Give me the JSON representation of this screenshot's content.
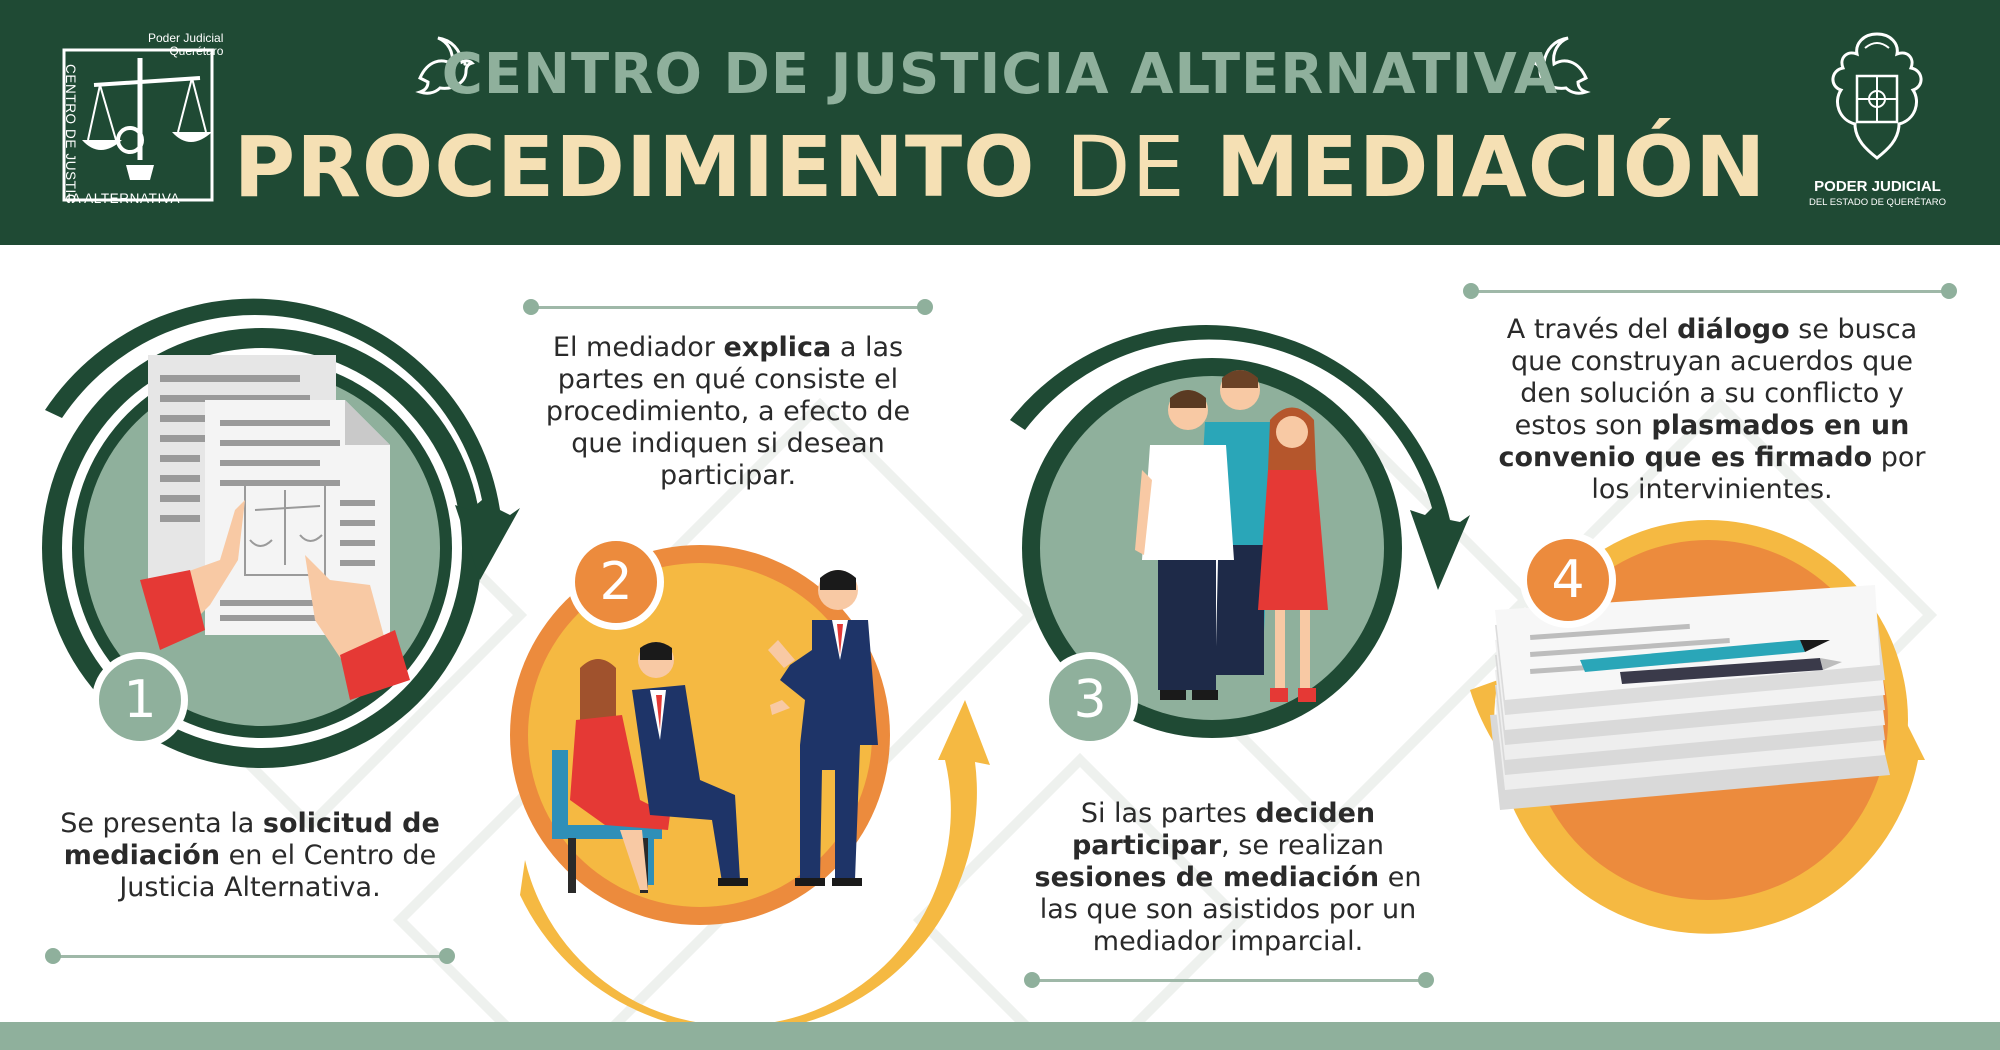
{
  "header": {
    "org_small_1": "Poder Judicial",
    "org_small_2": "Querétaro",
    "left_logo_text": "CENTRO DE JUSTICIA ALTERNATIVA",
    "title_top": "CENTRO DE JUSTICIA ALTERNATIVA",
    "title_main_a": "PROCEDIMIENTO",
    "title_main_b": "DE",
    "title_main_c": "MEDIACIÓN",
    "right_logo_name": "PODER JUDICIAL",
    "right_logo_sub": "DEL ESTADO DE QUERÉTARO"
  },
  "steps": [
    {
      "number": "1",
      "p1": "Se presenta la ",
      "b1": "solicitud de mediación",
      "p2": " en el Centro de Justicia Alternativa."
    },
    {
      "number": "2",
      "p1": "El mediador ",
      "b1": "explica",
      "p2": " a las partes en qué consiste el procedimiento, a efecto de que indiquen si desean participar."
    },
    {
      "number": "3",
      "p1": "Si  las partes ",
      "b1": "deciden participar",
      "p2": ", se realizan ",
      "b2": "sesiones de mediación",
      "p3": " en las que son asistidos por un mediador imparcial."
    },
    {
      "number": "4",
      "p1": "A través del ",
      "b1": "diálogo",
      "p2": " se busca que construyan acuerdos que den solución a su conflicto y estos son ",
      "b2": "plasmados en un convenio que es firmado",
      "p3": " por los intervinientes."
    }
  ],
  "colors": {
    "dark_green": "#1f4a34",
    "sage": "#8fb09c",
    "cream": "#f5e0b4",
    "orange": "#ec8b3d",
    "yellow": "#f5b942",
    "red": "#e53935"
  }
}
